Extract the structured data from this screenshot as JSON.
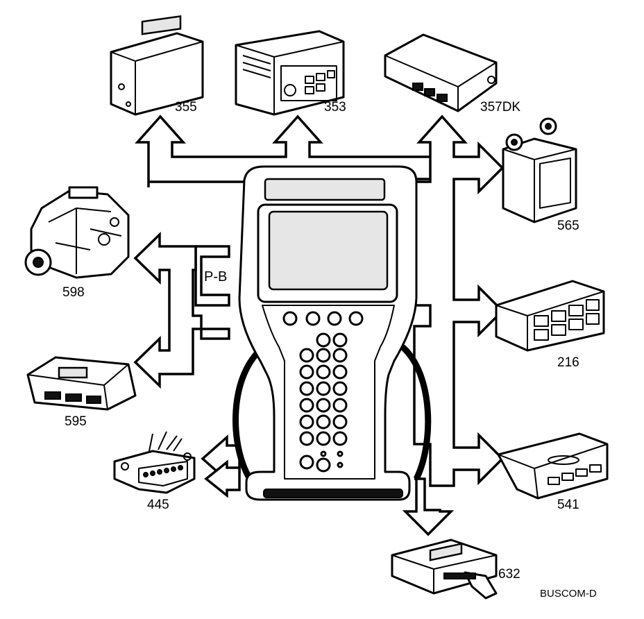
{
  "bus_labels": {
    "left": "P-B"
  },
  "modules": [
    {
      "id": "355",
      "label": "355"
    },
    {
      "id": "353",
      "label": "353"
    },
    {
      "id": "357dk",
      "label": "357DK"
    },
    {
      "id": "565",
      "label": "565"
    },
    {
      "id": "598",
      "label": "598"
    },
    {
      "id": "216",
      "label": "216"
    },
    {
      "id": "595",
      "label": "595"
    },
    {
      "id": "445",
      "label": "445"
    },
    {
      "id": "541",
      "label": "541"
    },
    {
      "id": "632",
      "label": "632"
    }
  ],
  "figure_code": "BUSCOM-D"
}
